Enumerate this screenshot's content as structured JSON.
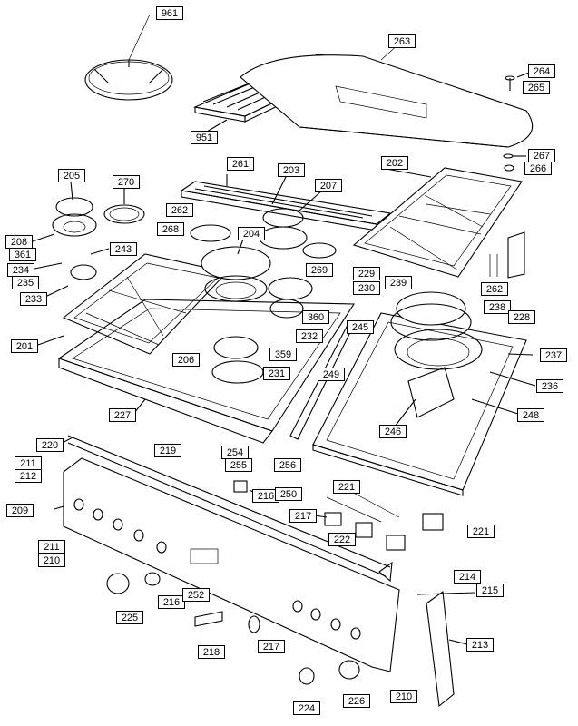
{
  "diagram": {
    "title": "",
    "callouts": [
      "961",
      "263",
      "264",
      "265",
      "951",
      "267",
      "266",
      "261",
      "203",
      "207",
      "202",
      "205",
      "270",
      "262",
      "208",
      "268",
      "204",
      "361",
      "243",
      "234",
      "235",
      "269",
      "229",
      "230",
      "233",
      "262",
      "239",
      "238",
      "228",
      "360",
      "201",
      "232",
      "245",
      "206",
      "237",
      "359",
      "231",
      "249",
      "236",
      "227",
      "248",
      "246",
      "220",
      "254",
      "255",
      "211",
      "212",
      "219",
      "256",
      "216",
      "250",
      "209",
      "221",
      "217",
      "222",
      "221",
      "211",
      "210",
      "214",
      "215",
      "216",
      "252",
      "225",
      "213",
      "217",
      "218",
      "224",
      "226",
      "210"
    ]
  }
}
